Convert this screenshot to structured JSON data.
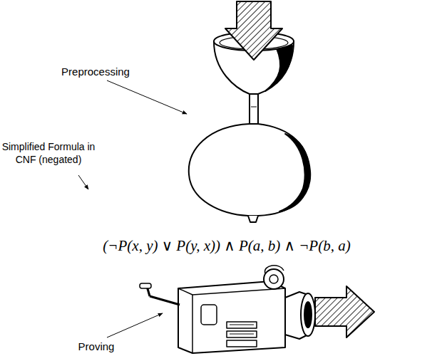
{
  "diagram": {
    "labels": [
      "Preprocessing",
      "Simplified Formula in CNF (negated)",
      "(¬P(x, y) ∨ P(y, x)) ∧ P(a, b) ∧ ¬P(b, a)",
      "Proving"
    ]
  }
}
